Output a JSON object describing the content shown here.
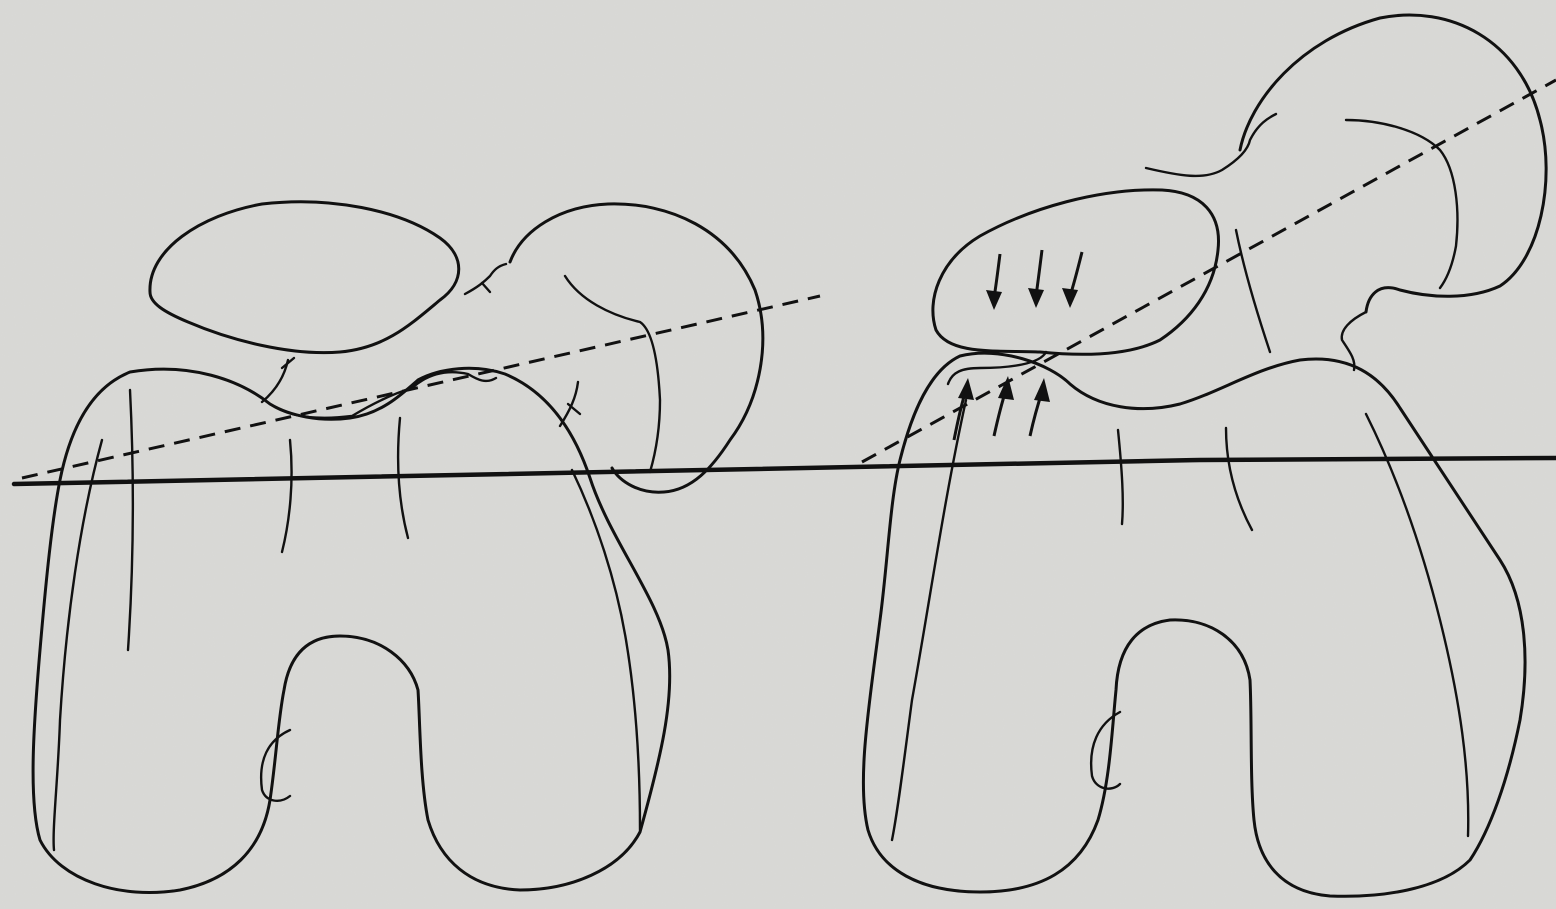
{
  "figure": {
    "panels": [
      {
        "id": "left",
        "arrows_down": 0,
        "arrows_up": 0
      },
      {
        "id": "right",
        "arrows_down": 3,
        "arrows_up": 3
      }
    ],
    "colors": {
      "background": "#d9d9d6",
      "ink": "#111111"
    }
  }
}
